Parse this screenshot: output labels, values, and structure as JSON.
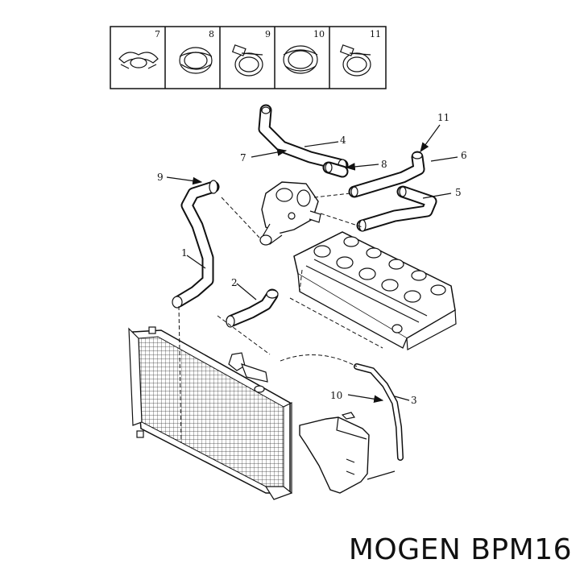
{
  "legend": {
    "items": [
      {
        "number": "7",
        "icon": "hose-clip-icon"
      },
      {
        "number": "8",
        "icon": "clamp-icon"
      },
      {
        "number": "9",
        "icon": "clamp-icon"
      },
      {
        "number": "10",
        "icon": "clamp-icon"
      },
      {
        "number": "11",
        "icon": "clamp-icon"
      }
    ]
  },
  "callouts": {
    "c1": "1",
    "c2": "2",
    "c3": "3",
    "c4": "4",
    "c5": "5",
    "c6": "6",
    "c7": "7",
    "c8": "8",
    "c9": "9",
    "c10": "10",
    "c11": "11"
  },
  "caption": "MOGEN BPM16"
}
